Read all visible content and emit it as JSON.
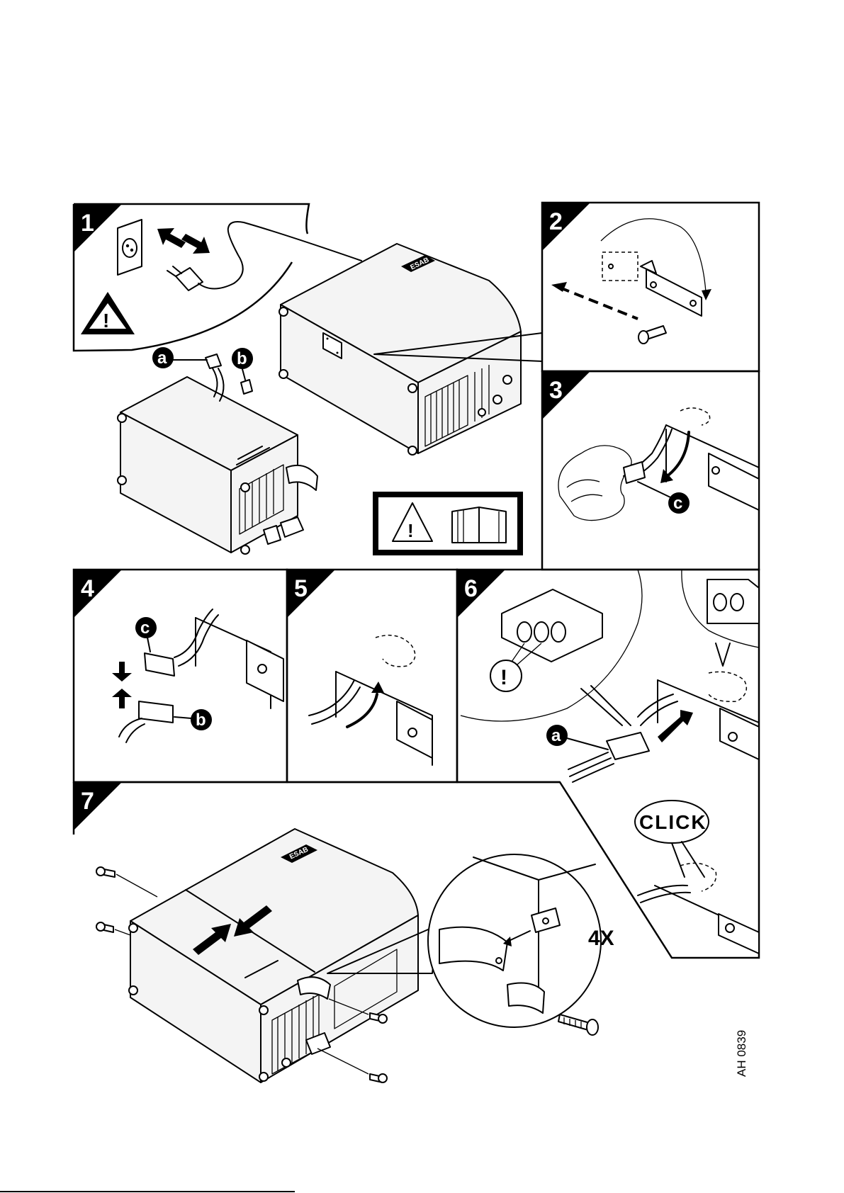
{
  "steps": [
    {
      "number": "1"
    },
    {
      "number": "2"
    },
    {
      "number": "3"
    },
    {
      "number": "4"
    },
    {
      "number": "5"
    },
    {
      "number": "6"
    },
    {
      "number": "7"
    }
  ],
  "callouts": {
    "a": "a",
    "b": "b",
    "c": "c"
  },
  "labels": {
    "screws_count": "4X",
    "click": "CLICK",
    "exclamation": "!",
    "warning_mark": "!"
  },
  "brand_logo": "ESAB",
  "figure_reference": "AH 0839",
  "icons": [
    "wall-socket-icon",
    "plug-icon",
    "warning-triangle-icon",
    "manual-book-icon",
    "arrow-icon",
    "screw-icon"
  ]
}
